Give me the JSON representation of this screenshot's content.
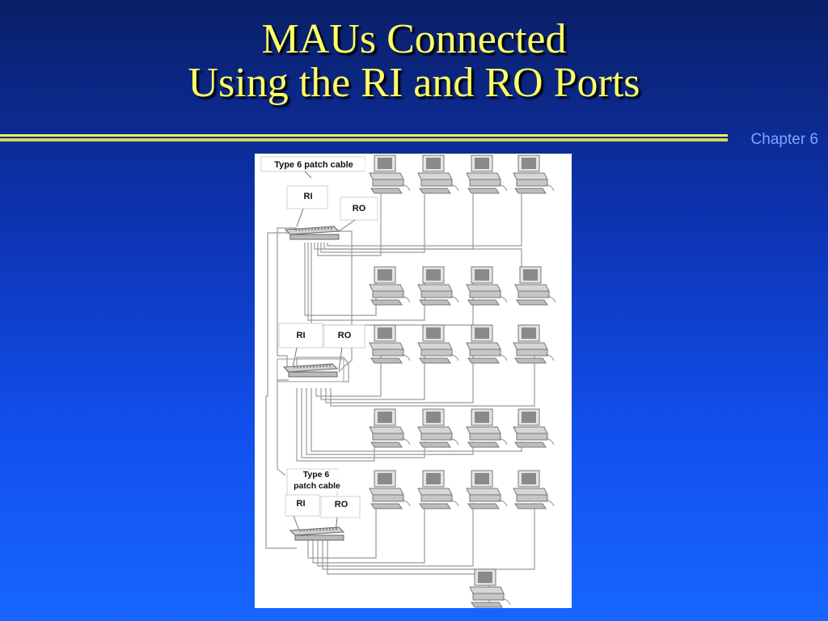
{
  "slide": {
    "title_line1": "MAUs Connected",
    "title_line2": "Using the RI and RO Ports",
    "chapter": "Chapter 6"
  },
  "diagram": {
    "top_cable_label": "Type 6 patch cable",
    "mid_cable_line1": "Type 6",
    "mid_cable_line2": "patch cable",
    "ri": "RI",
    "ro": "RO"
  },
  "colors": {
    "title": "#ffff66",
    "rule": "#f0f060",
    "chapter": "#7aa7ff"
  }
}
